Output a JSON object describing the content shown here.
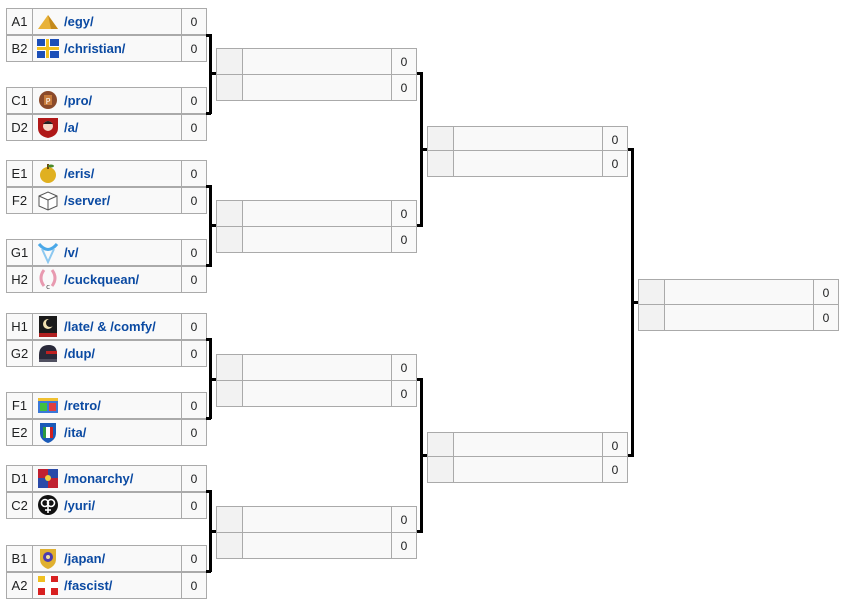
{
  "round1": [
    {
      "seed": "A1",
      "name": "/egy/",
      "score": "0",
      "logo": "pyramid-icon"
    },
    {
      "seed": "B2",
      "name": "/christian/",
      "score": "0",
      "logo": "cross-flag-icon"
    },
    {
      "seed": "C1",
      "name": "/pro/",
      "score": "0",
      "logo": "crest-icon"
    },
    {
      "seed": "D2",
      "name": "/a/",
      "score": "0",
      "logo": "anime-girl-icon"
    },
    {
      "seed": "E1",
      "name": "/eris/",
      "score": "0",
      "logo": "golden-apple-icon"
    },
    {
      "seed": "F2",
      "name": "/server/",
      "score": "0",
      "logo": "server-box-icon"
    },
    {
      "seed": "G1",
      "name": "/v/",
      "score": "0",
      "logo": "v-wave-icon"
    },
    {
      "seed": "H2",
      "name": "/cuckquean/",
      "score": "0",
      "logo": "ribbon-c-icon"
    },
    {
      "seed": "H1",
      "name": "/late/ & /comfy/",
      "score": "0",
      "logo": "moon-icon"
    },
    {
      "seed": "G2",
      "name": "/dup/",
      "score": "0",
      "logo": "helmet-icon"
    },
    {
      "seed": "F1",
      "name": "/retro/",
      "score": "0",
      "logo": "retro-window-icon"
    },
    {
      "seed": "E2",
      "name": "/ita/",
      "score": "0",
      "logo": "italy-shield-icon"
    },
    {
      "seed": "D1",
      "name": "/monarchy/",
      "score": "0",
      "logo": "coat-of-arms-icon"
    },
    {
      "seed": "C2",
      "name": "/yuri/",
      "score": "0",
      "logo": "yuri-symbol-icon"
    },
    {
      "seed": "B1",
      "name": "/japan/",
      "score": "0",
      "logo": "japan-crest-icon"
    },
    {
      "seed": "A2",
      "name": "/fascist/",
      "score": "0",
      "logo": "fascist-cross-icon"
    }
  ],
  "round2_scores": [
    "0",
    "0",
    "0",
    "0",
    "0",
    "0",
    "0",
    "0"
  ],
  "round3_scores": [
    "0",
    "0",
    "0",
    "0"
  ],
  "final_scores": [
    "0",
    "0"
  ]
}
